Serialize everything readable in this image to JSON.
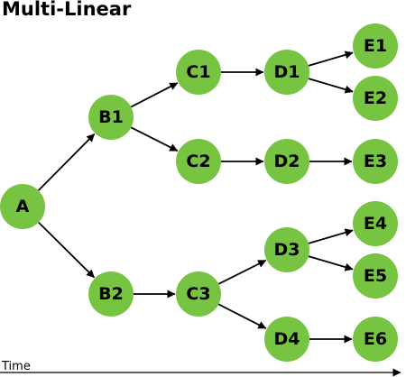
{
  "title": "Multi-Linear",
  "axis_label": "Time",
  "colors": {
    "node_fill": "#76c441",
    "edge": "#000000"
  },
  "nodes": [
    {
      "id": "A",
      "label": "A"
    },
    {
      "id": "B1",
      "label": "B1"
    },
    {
      "id": "B2",
      "label": "B2"
    },
    {
      "id": "C1",
      "label": "C1"
    },
    {
      "id": "C2",
      "label": "C2"
    },
    {
      "id": "C3",
      "label": "C3"
    },
    {
      "id": "D1",
      "label": "D1"
    },
    {
      "id": "D2",
      "label": "D2"
    },
    {
      "id": "D3",
      "label": "D3"
    },
    {
      "id": "D4",
      "label": "D4"
    },
    {
      "id": "E1",
      "label": "E1"
    },
    {
      "id": "E2",
      "label": "E2"
    },
    {
      "id": "E3",
      "label": "E3"
    },
    {
      "id": "E4",
      "label": "E4"
    },
    {
      "id": "E5",
      "label": "E5"
    },
    {
      "id": "E6",
      "label": "E6"
    }
  ],
  "edges": [
    [
      "A",
      "B1"
    ],
    [
      "A",
      "B2"
    ],
    [
      "B1",
      "C1"
    ],
    [
      "B1",
      "C2"
    ],
    [
      "C1",
      "D1"
    ],
    [
      "C2",
      "D2"
    ],
    [
      "D1",
      "E1"
    ],
    [
      "D1",
      "E2"
    ],
    [
      "D2",
      "E3"
    ],
    [
      "B2",
      "C3"
    ],
    [
      "C3",
      "D3"
    ],
    [
      "C3",
      "D4"
    ],
    [
      "D3",
      "E4"
    ],
    [
      "D3",
      "E5"
    ],
    [
      "D4",
      "E6"
    ]
  ]
}
